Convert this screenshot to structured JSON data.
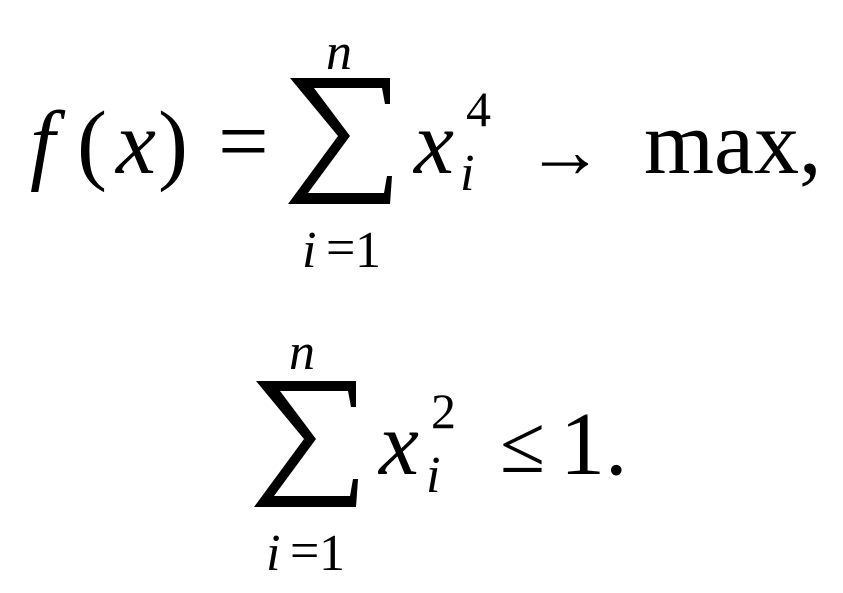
{
  "equation1": {
    "f": "f",
    "lparen": "(",
    "x": "x",
    "rparen": ")",
    "equals": "=",
    "sum_upper": "n",
    "sum_lower_var": "i",
    "sum_lower_eq": "=",
    "sum_lower_val": "1",
    "term_var": "x",
    "term_sub": "i",
    "term_sup": "4",
    "arrow": "→",
    "goal": "max,"
  },
  "equation2": {
    "sum_upper": "n",
    "sum_lower_var": "i",
    "sum_lower_eq": "=",
    "sum_lower_val": "1",
    "term_var": "x",
    "term_sub": "i",
    "term_sup": "2",
    "relation": "≤",
    "bound": "1."
  }
}
